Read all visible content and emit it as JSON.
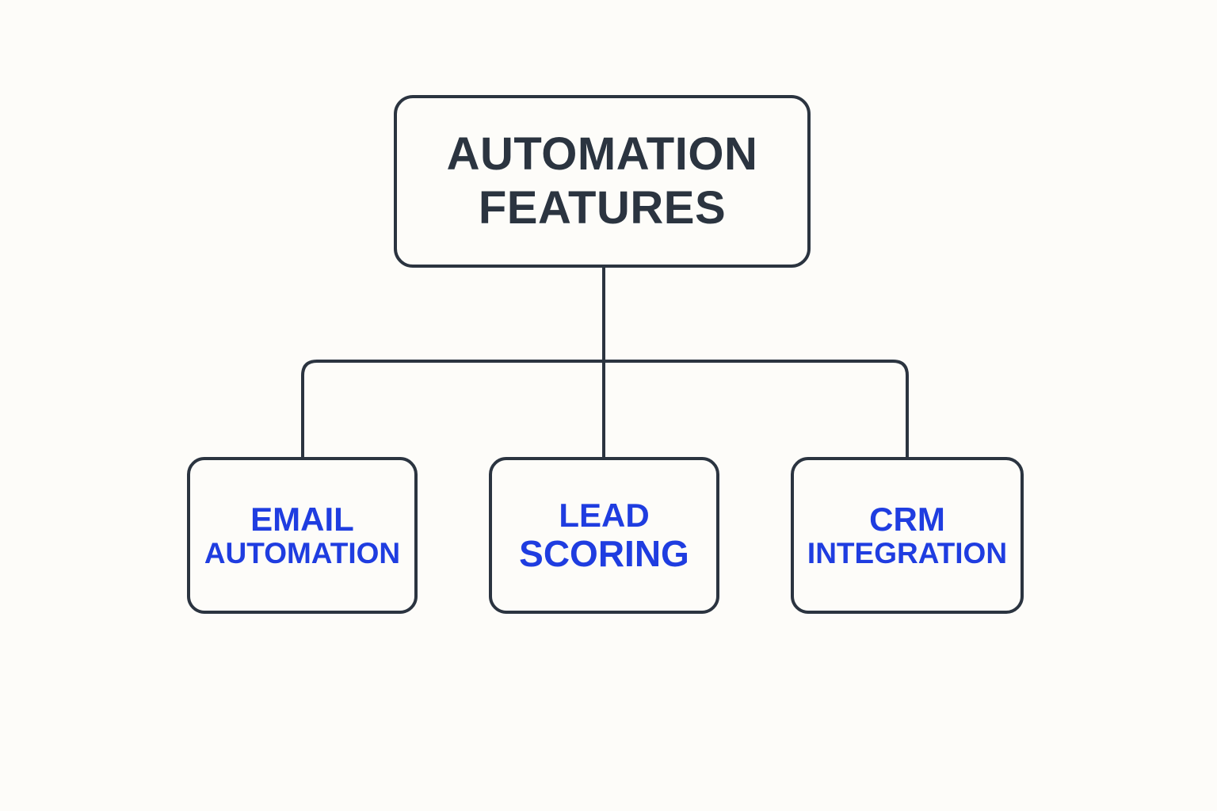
{
  "diagram": {
    "type": "hierarchy-tree",
    "background_color": "#FDFCF9",
    "line_color": "#2B3440",
    "root_text_color": "#2B3440",
    "child_text_color": "#1F3DE0",
    "root": {
      "line1": "AUTOMATION",
      "line2": "FEATURES"
    },
    "children": [
      {
        "id": "email-automation",
        "line1": "EMAIL",
        "line2": "AUTOMATION",
        "emphasis": "line1"
      },
      {
        "id": "lead-scoring",
        "line1": "LEAD",
        "line2": "SCORING",
        "emphasis": "line2"
      },
      {
        "id": "crm-integration",
        "line1": "CRM",
        "line2": "INTEGRATION",
        "emphasis": "line1"
      }
    ]
  }
}
